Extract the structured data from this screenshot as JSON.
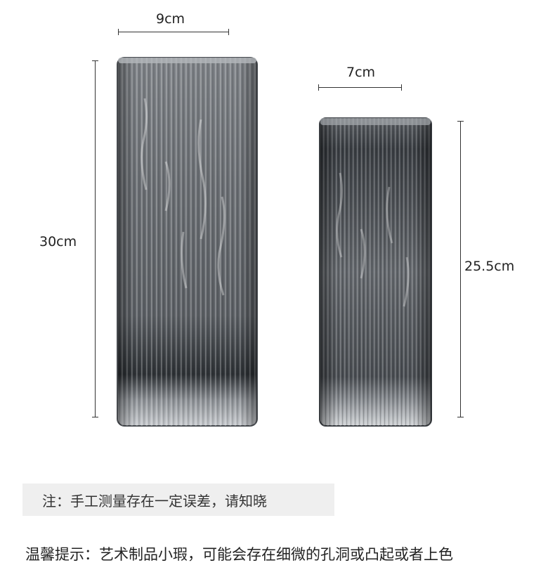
{
  "dimensions": {
    "large_width": "9cm",
    "large_height": "30cm",
    "small_width": "7cm",
    "small_height": "25.5cm"
  },
  "note": "注：手工测量存在一定误差，请知晓",
  "tip": "温馨提示：艺术制品小瑕，可能会存在细微的孔洞或凸起或者上色",
  "colors": {
    "glass_dark": "#3e4247",
    "glass_light": "#9a9ea3",
    "note_bg": "#efefef"
  }
}
